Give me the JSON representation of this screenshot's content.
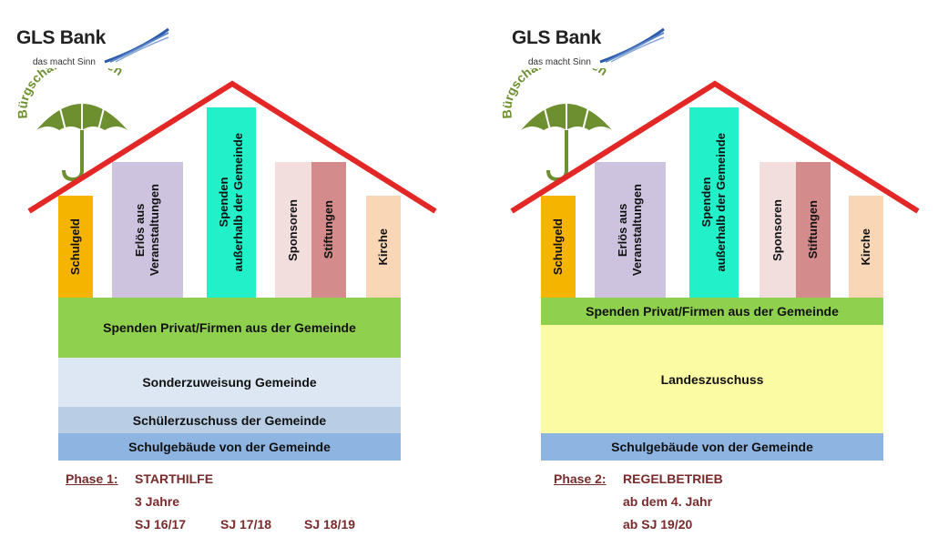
{
  "logo": {
    "name": "GLS Bank",
    "tagline": "das macht Sinn",
    "umbrella_text": "Bürgschaftsdarlehen"
  },
  "colors": {
    "roof": "#e32726",
    "schulgeld": "#f5b400",
    "erloes": "#cdc3df",
    "spenden_aussen": "#22f0c9",
    "sponsoren": "#f3dede",
    "stiftungen": "#d48b8b",
    "kirche": "#f9d6b6",
    "spenden_privat": "#8fd14f",
    "sonderzuweisung": "#dce7f3",
    "schuelerzuschuss": "#b9cde4",
    "schulgebaeude": "#8eb4e2",
    "landeszuschuss": "#fbfba3",
    "umbrella": "#6d8f2f"
  },
  "left": {
    "pillars": {
      "schulgeld": "Schulgeld",
      "erloes_line1": "Erlös aus",
      "erloes_line2": "Veranstaltungen",
      "spenden_line1": "Spenden",
      "spenden_line2": "außerhalb der Gemeinde",
      "sponsoren": "Sponsoren",
      "stiftungen": "Stiftungen",
      "kirche": "Kirche"
    },
    "bands": {
      "spenden_privat": "Spenden Privat/Firmen aus der Gemeinde",
      "sonderzuweisung": "Sonderzuweisung Gemeinde",
      "schuelerzuschuss": "Schülerzuschuss der Gemeinde",
      "schulgebaeude": "Schulgebäude von der Gemeinde"
    },
    "phase": {
      "label": "Phase 1:",
      "title": "STARTHILFE",
      "duration": "3 Jahre",
      "years": [
        "SJ 16/17",
        "SJ 17/18",
        "SJ 18/19"
      ]
    }
  },
  "right": {
    "pillars": {
      "schulgeld": "Schulgeld",
      "erloes_line1": "Erlös aus",
      "erloes_line2": "Veranstaltungen",
      "spenden_line1": "Spenden",
      "spenden_line2": "außerhalb der Gemeinde",
      "sponsoren": "Sponsoren",
      "stiftungen": "Stiftungen",
      "kirche": "Kirche"
    },
    "bands": {
      "spenden_privat": "Spenden Privat/Firmen aus der Gemeinde",
      "landeszuschuss": "Landeszuschuss",
      "schulgebaeude": "Schulgebäude von der Gemeinde"
    },
    "phase": {
      "label": "Phase 2:",
      "title": "REGELBETRIEB",
      "line2": "ab dem 4. Jahr",
      "line3": "ab SJ 19/20"
    }
  }
}
